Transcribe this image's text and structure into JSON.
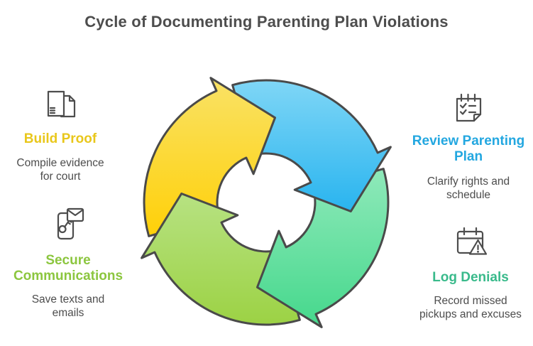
{
  "title": "Cycle of Documenting Parenting Plan Violations",
  "title_color": "#4D4D4D",
  "background_color": "#FFFFFF",
  "text_color": "#4D4D4D",
  "items": [
    {
      "id": "build-proof",
      "label": "Build Proof",
      "description": "Compile evidence for court",
      "label_color": "#E9C71B",
      "icon": "documents-icon"
    },
    {
      "id": "review-parenting-plan",
      "label": "Review Parenting Plan",
      "description": "Clarify rights and schedule",
      "label_color": "#23A7E0",
      "icon": "notepad-checklist-icon"
    },
    {
      "id": "secure-communications",
      "label": "Secure Communications",
      "description": "Save texts and emails",
      "label_color": "#8CC63F",
      "icon": "phone-email-key-icon"
    },
    {
      "id": "log-denials",
      "label": "Log Denials",
      "description": "Record missed pickups and excuses",
      "label_color": "#39BA8B",
      "icon": "calendar-warning-icon"
    }
  ],
  "diagram": {
    "type": "cycle",
    "direction": "clockwise",
    "outline_color": "#4A4A4A",
    "segments": [
      {
        "name": "yellow-arrow",
        "position": "top-left",
        "gradient": [
          "#F9E266",
          "#FFD008"
        ]
      },
      {
        "name": "blue-arrow",
        "position": "top-right",
        "gradient": [
          "#7FD6F6",
          "#29B4EF"
        ]
      },
      {
        "name": "teal-arrow",
        "position": "bottom-right",
        "gradient": [
          "#8FE9BA",
          "#45D88C"
        ]
      },
      {
        "name": "lime-arrow",
        "position": "bottom-left",
        "gradient": [
          "#B7E282",
          "#9CD244"
        ]
      }
    ]
  }
}
